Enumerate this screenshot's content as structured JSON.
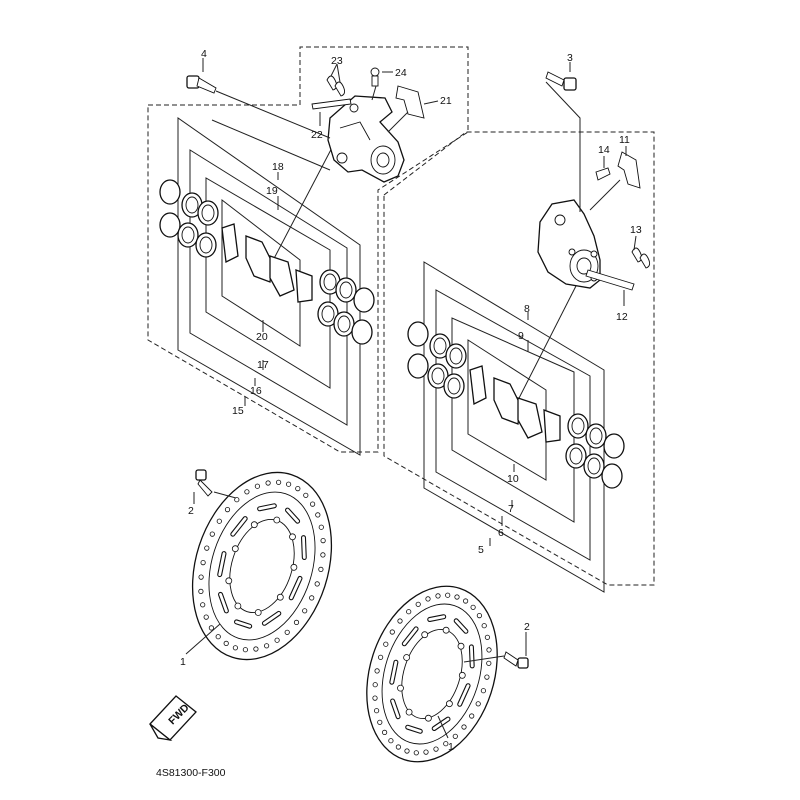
{
  "diagram_code": "4S81300-F300",
  "fwd_label": "FWD",
  "labels": {
    "l1a": "1",
    "l1b": "1",
    "l2a": "2",
    "l2b": "2",
    "l3": "3",
    "l4": "4",
    "l5": "5",
    "l6": "6",
    "l7": "7",
    "l8": "8",
    "l9": "9",
    "l10": "10",
    "l11": "11",
    "l12": "12",
    "l13": "13",
    "l14": "14",
    "l15": "15",
    "l16": "16",
    "l17": "17",
    "l18": "18",
    "l19": "19",
    "l20": "20",
    "l21": "21",
    "l22": "22",
    "l23": "23",
    "l24": "24"
  }
}
